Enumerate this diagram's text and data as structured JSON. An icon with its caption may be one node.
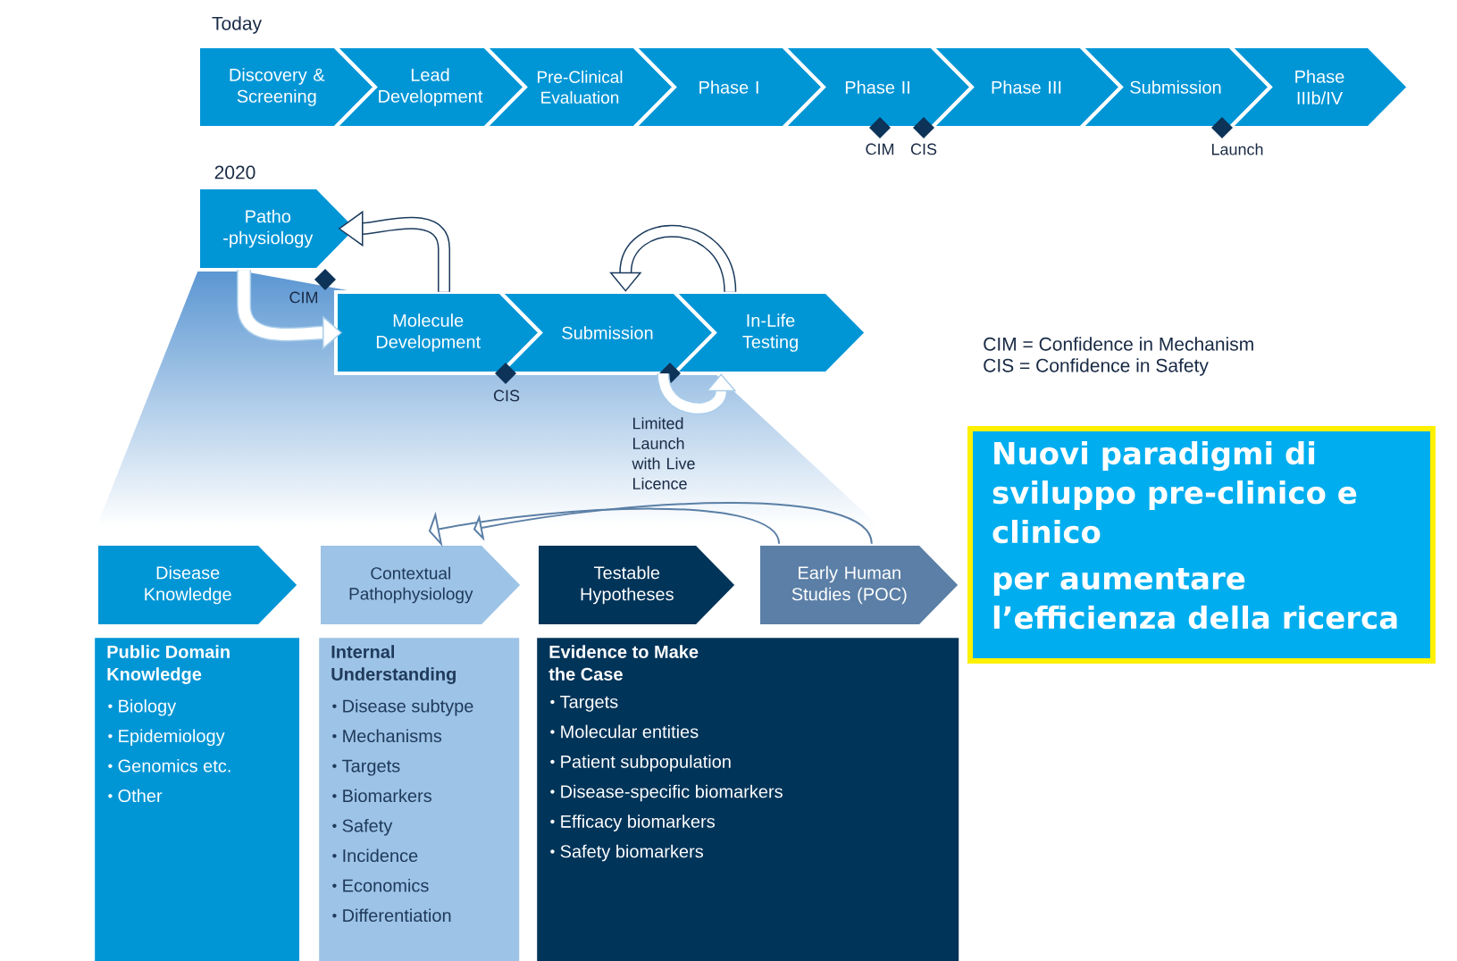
{
  "diagram": {
    "nodes": [
      {
        "text": [
          "Discovery & Screening"
        ]
      },
      {
        "text": [
          "Lead Development"
        ]
      },
      {
        "text": [
          "Pre-Clinical Evaluation"
        ]
      },
      {
        "text": [
          "Phase I"
        ]
      },
      {
        "text": [
          "Phase II"
        ]
      },
      {
        "text": [
          "Phase III"
        ]
      },
      {
        "text": [
          "Submission"
        ]
      },
      {
        "text": [
          "Phase IIIb/IV"
        ]
      },
      {
        "text": [
          "Patho -physiology"
        ]
      },
      {
        "text": [
          "Molecule Development"
        ]
      },
      {
        "text": [
          "Submission"
        ]
      },
      {
        "text": [
          "In-Life Testing"
        ]
      },
      {
        "text": [
          "Disease Knowledge"
        ]
      },
      {
        "text": [
          "Contextual Pathophysiology"
        ]
      },
      {
        "text": [
          "Testable Hypotheses"
        ]
      },
      {
        "text": [
          "Early Human Studies (POC)"
        ]
      },
      {
        "text": [
          "Public Domain Knowledge",
          "Biology",
          "Epidemiology",
          "Genomics etc.",
          "Other"
        ]
      },
      {
        "text": [
          "Internal Understanding",
          "Disease subtype",
          "Mechanisms",
          "Targets",
          "Biomarkers",
          "Safety",
          "Incidence",
          "Economics",
          "Differentiation"
        ]
      },
      {
        "text": [
          "Evidence to Make the Case",
          "Targets",
          "Molecular entities",
          "Patient subpopulation",
          "Disease-specific biomarkers",
          "Efficacy biomarkers",
          "Safety biomarkers"
        ]
      },
      {
        "text": [
          "Nuovi paradigmi di sviluppo pre-clinico e clinico",
          "per aumentare l’efficienza della ricerca"
        ]
      }
    ],
    "edges": [
      {
        "from": 8,
        "to": 9,
        "arrow": "to",
        "color": "#a9cdea"
      },
      {
        "from": 9,
        "to": 8,
        "arrow": "to",
        "color": "#1a3a5c"
      },
      {
        "from": 11,
        "to": 10,
        "arrow": "to",
        "color": "#1a3a5c"
      },
      {
        "from": 10,
        "to": 11,
        "arrow": "to",
        "color": "#a9cdea"
      },
      {
        "from": 15,
        "to": 13,
        "arrow": "to",
        "color": "#5b7fa6"
      },
      {
        "from": 15,
        "to": 13,
        "arrow": "to",
        "color": "#5b7fa6"
      }
    ],
    "labels": [
      "Today",
      "CIM",
      "CIS",
      "Launch",
      "2020",
      "CIM",
      "CIS",
      "Limited Launch with Live Licence",
      "CIM = Confidence in Mechanism",
      "CIS = Confidence in Safety"
    ]
  }
}
